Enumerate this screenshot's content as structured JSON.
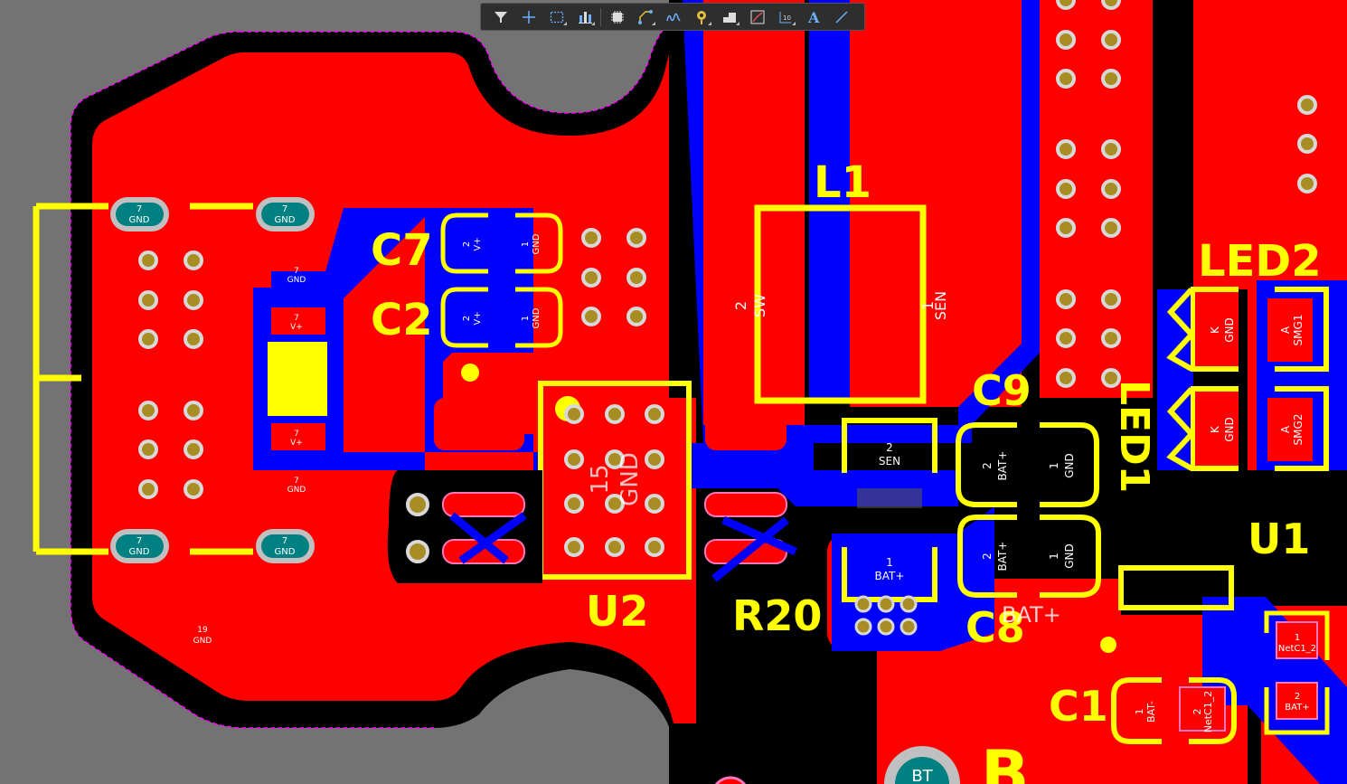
{
  "colors": {
    "background": "#737373",
    "top_copper": "#ff0000",
    "bottom_copper": "#0000ff",
    "silkscreen": "#ffff00",
    "pad_outline": "#c0c0c0",
    "via_fill": "#a88c24",
    "keepout": "#ff00ff",
    "slot_pad": "#008080",
    "toolbar_bg": "#2e2e2e"
  },
  "toolbar": {
    "buttons": [
      {
        "name": "filter",
        "icon": "filter-icon"
      },
      {
        "name": "cross",
        "icon": "crosshair-icon"
      },
      {
        "name": "select-rect",
        "icon": "select-rectangle-icon"
      },
      {
        "name": "align",
        "icon": "align-icon"
      },
      {
        "name": "component",
        "icon": "chip-icon"
      },
      {
        "name": "route",
        "icon": "route-icon"
      },
      {
        "name": "diff-pair",
        "icon": "wave-icon"
      },
      {
        "name": "via",
        "icon": "via-icon"
      },
      {
        "name": "polygon",
        "icon": "polygon-icon"
      },
      {
        "name": "graph",
        "icon": "chart-icon"
      },
      {
        "name": "dimension",
        "icon": "dimension-icon"
      },
      {
        "name": "text",
        "icon": "text-icon",
        "glyph": "A"
      },
      {
        "name": "line",
        "icon": "line-icon"
      }
    ]
  },
  "designators": {
    "L1": "L1",
    "C7": "C7",
    "C2": "C2",
    "C9": "C9",
    "C8": "C8",
    "C1": "C1",
    "U2": "U2",
    "U1": "U1",
    "R20": "R20",
    "LED2": "LED2",
    "LED1": "LED1",
    "partial_bottom": "B",
    "bt_label": "BT",
    "bat_plus_label": "BAT+"
  },
  "pads": {
    "usb_gnd_num": "7",
    "usb_gnd_net": "GND",
    "usb_vplus_net": "V+",
    "gnd_19_num": "19",
    "gnd_19_net": "GND",
    "c_v_num": "2",
    "c_v_net": "V+",
    "c_gnd_num": "1",
    "c_gnd_net": "GND",
    "l1_left_num": "2",
    "l1_left_net": "SW",
    "l1_right_num": "1",
    "l1_right_net": "SEN",
    "u2_pad_num": "15",
    "u2_pad_net": "GND",
    "r20_top_num": "2",
    "r20_top_net": "SEN",
    "r20_bot_num": "1",
    "r20_bot_net": "BAT+",
    "c9_left_num": "2",
    "c9_left_net": "BAT+",
    "c9_right_num": "1",
    "c9_right_net": "GND",
    "c8_left_num": "2",
    "c8_left_net": "BAT+",
    "c8_right_num": "1",
    "c8_right_net": "GND",
    "led_k": "K",
    "led_k_net": "GND",
    "led_a": "A",
    "led2_a_net": "SMG1",
    "led1_a_net": "SMG2",
    "c1_left_num": "1",
    "c1_left_net": "BAT-",
    "c1_right_num": "2",
    "c1_right_net": "NetC1_2",
    "u1_pad1_num": "1",
    "u1_pad1_net": "NetC1_2",
    "u1_pad2_num": "2",
    "u1_pad2_net": "BAT+"
  }
}
